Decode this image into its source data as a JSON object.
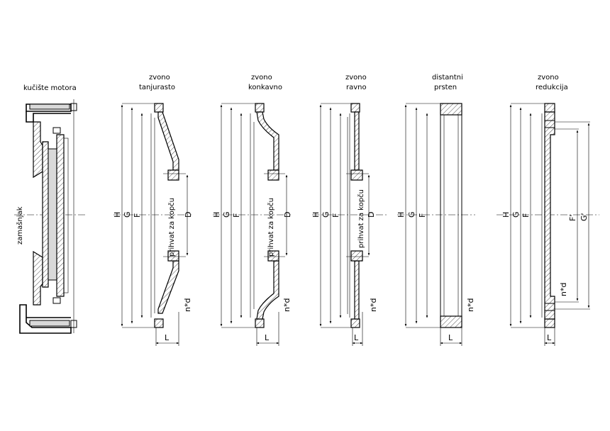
{
  "titles": {
    "housing": "kučište motora",
    "flywheel": "zamašnjak",
    "bell1": [
      "zvono",
      "tanjurasto"
    ],
    "bell2": [
      "zvono",
      "konkavno"
    ],
    "bell3": [
      "zvono",
      "ravno"
    ],
    "spacer": [
      "distantni",
      "prsten"
    ],
    "bell4": [
      "zvono",
      "redukcija"
    ]
  },
  "dims": {
    "H": "H",
    "G": "G",
    "F": "F",
    "D": "D",
    "L": "L",
    "nd": "n*d",
    "Fp": "F'",
    "Gp": "G'",
    "pump_mount": "prihvat za kopču"
  }
}
